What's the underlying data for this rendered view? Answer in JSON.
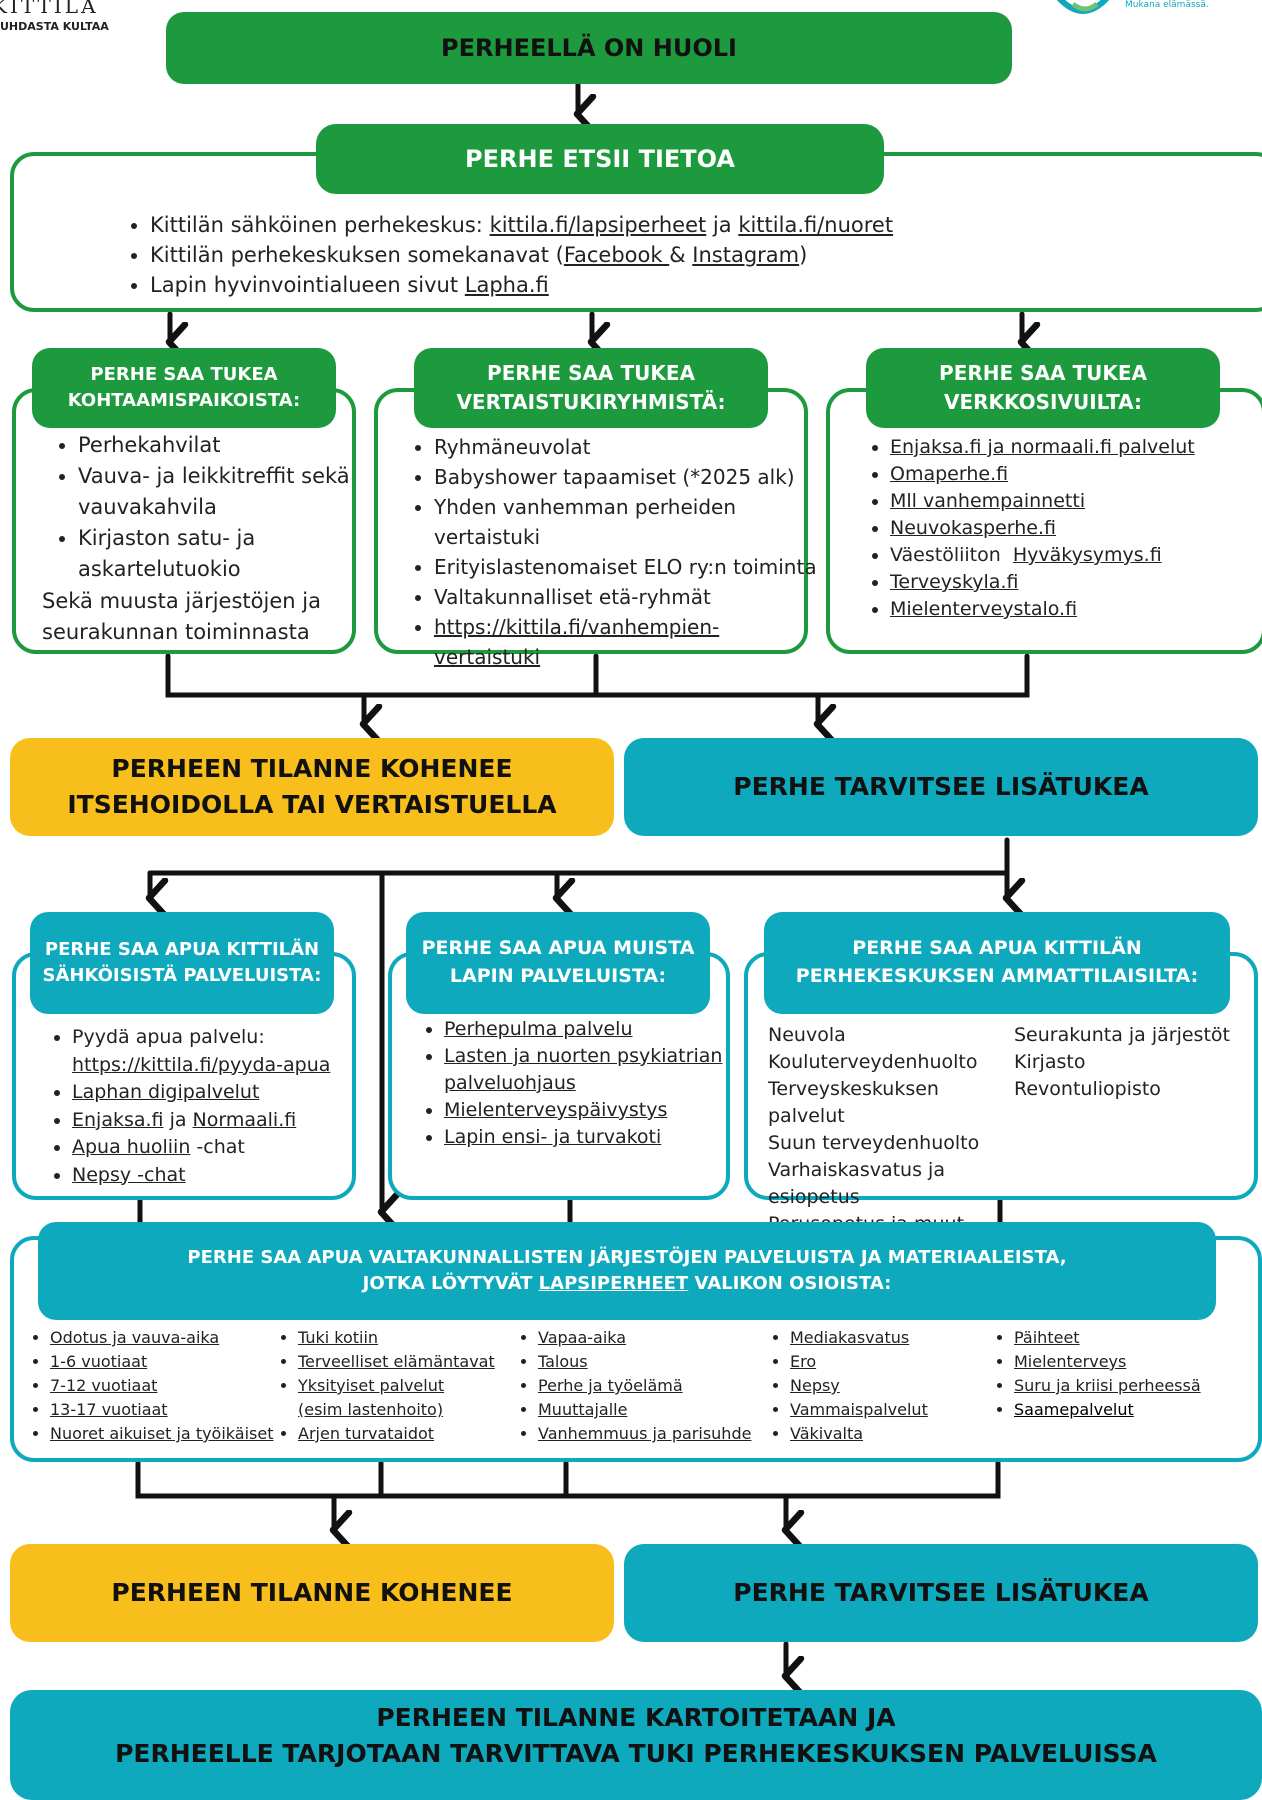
{
  "logos": {
    "left_brand": "KITTILÄ",
    "left_tagline": "UHDASTA KULTAA",
    "right_tagline": "Mukana elämässä."
  },
  "colors": {
    "green": "#1d9a3e",
    "teal": "#0fa9be",
    "yellow": "#f8be1b",
    "connector": "#111111"
  },
  "header": {
    "title": "PERHEELLÄ ON HUOLI"
  },
  "info": {
    "title": "PERHE ETSII TIETOA",
    "items": [
      {
        "a": "Kittilän sähköinen perhekeskus: ",
        "link1": "kittila.fi/lapsiperheet",
        "mid": " ja ",
        "link2": "kittila.fi/nuoret"
      },
      {
        "a": "Kittilän perhekeskuksen somekanavat (",
        "link1": "Facebook ",
        "mid": "& ",
        "link2": "Instagram",
        "end": ")"
      },
      {
        "a": "Lapin hyvinvointialueen sivut ",
        "link1": "Lapha.fi"
      }
    ]
  },
  "support_boxes": [
    {
      "title_l1": "PERHE SAA TUKEA",
      "title_l2": "KOHTAAMISPAIKOISTA:",
      "items": [
        "Perhekahvilat",
        "Vauva- ja leikkitreffit sekä vauvakahvila",
        "Kirjaston satu- ja askartelutuokio"
      ],
      "footer": "Sekä muusta järjestöjen ja seurakunnan toiminnasta"
    },
    {
      "title_l1": "PERHE SAA TUKEA",
      "title_l2": "VERTAISTUKIRYHMISTÄ:",
      "items": [
        "Ryhmäneuvolat",
        "Babyshower tapaamiset (*2025 alk)",
        "Yhden vanhemman perheiden vertaistuki",
        "Erityislastenomaiset ELO ry:n toiminta",
        "Valtakunnalliset etä-ryhmät",
        "https://kittila.fi/vanhempien-vertaistuki"
      ]
    },
    {
      "title_l1": "PERHE SAA TUKEA",
      "title_l2": "VERKKOSIVUILTA:",
      "items": [
        "Enjaksa.fi ja normaali.fi palvelut ",
        "Omaperhe.fi",
        "Mll vanhempainnetti",
        "Neuvokasperhe.fi",
        "Väestöliiton  ",
        "Terveyskyla.fi",
        "Mielenterveystalo.fi"
      ],
      "item5_link": "Hyväkysymys.fi"
    }
  ],
  "outcome1": {
    "left_l1": "PERHEEN TILANNE KOHENEE",
    "left_l2": "ITSEHOIDOLLA TAI VERTAISTUELLA",
    "right": "PERHE TARVITSEE LISÄTUKEA"
  },
  "help_boxes": [
    {
      "title_l1": "PERHE SAA APUA KITTILÄN",
      "title_l2": "SÄHKÖISISTÄ PALVELUISTA:",
      "item1_text": "Pyydä apua palvelu:",
      "item1_link": "https://kittila.fi/pyyda-apua",
      "item2": "Laphan digipalvelut",
      "item3_a": "Enjaksa.fi",
      "item3_mid": " ja ",
      "item3_b": "Normaali.fi",
      "item4_link": "Apua huoliin",
      "item4_rest": " -chat",
      "item5": "Nepsy -chat"
    },
    {
      "title_l1": "PERHE SAA APUA MUISTA",
      "title_l2": "LAPIN PALVELUISTA:",
      "items": [
        "Perhepulma palvelu ",
        "Lasten ja nuorten psykiatrian palveluohjaus",
        "Mielenterveyspäivystys",
        "Lapin ensi- ja turvakoti"
      ]
    },
    {
      "title_l1": "PERHE SAA APUA KITTILÄN",
      "title_l2": "PERHEKESKUKSEN AMMATTILAISILTA:",
      "col1": [
        "Neuvola",
        "Kouluterveydenhuolto",
        "Terveyskeskuksen palvelut",
        "Suun terveydenhuolto",
        "Varhaiskasvatus ja esiopetus",
        "Perusopetus ja muut koulut"
      ],
      "col2": [
        "Seurakunta ja järjestöt",
        "Kirjasto",
        "Revontuliopisto"
      ]
    }
  ],
  "national": {
    "title_l1": "PERHE SAA APUA VALTAKUNNALLISTEN JÄRJESTÖJEN PALVELUISTA JA MATERIAALEISTA,",
    "title_l2_a": "JOTKA LÖYTYVÄT ",
    "title_l2_link": "LAPSIPERHEET",
    "title_l2_b": " VALIKON OSIOISTA:",
    "columns": [
      [
        "Odotus ja vauva-aika",
        "1-6 vuotiaat",
        "7-12 vuotiaat",
        "13-17 vuotiaat",
        "Nuoret aikuiset ja työikäiset"
      ],
      [
        "Tuki kotiin",
        "Terveelliset elämäntavat",
        "Yksityiset palvelut (esim lastenhoito)",
        "Arjen turvataidot"
      ],
      [
        "Vapaa-aika",
        "Talous ",
        "Perhe ja työelämä",
        "Muuttajalle",
        "Vanhemmuus ja parisuhde "
      ],
      [
        "Mediakasvatus ",
        "Ero",
        "Nepsy",
        "Vammaispalvelut",
        "Väkivalta"
      ],
      [
        "Päihteet",
        "Mielenterveys",
        "Suru ja kriisi perheessä",
        "Saamepalvelut"
      ]
    ]
  },
  "outcome2": {
    "left": "PERHEEN TILANNE KOHENEE",
    "right": "PERHE TARVITSEE LISÄTUKEA"
  },
  "final": {
    "l1": "PERHEEN TILANNE KARTOITETAAN JA",
    "l2": "PERHEELLE TARJOTAAN TARVITTAVA TUKI PERHEKESKUKSEN PALVELUISSA"
  }
}
